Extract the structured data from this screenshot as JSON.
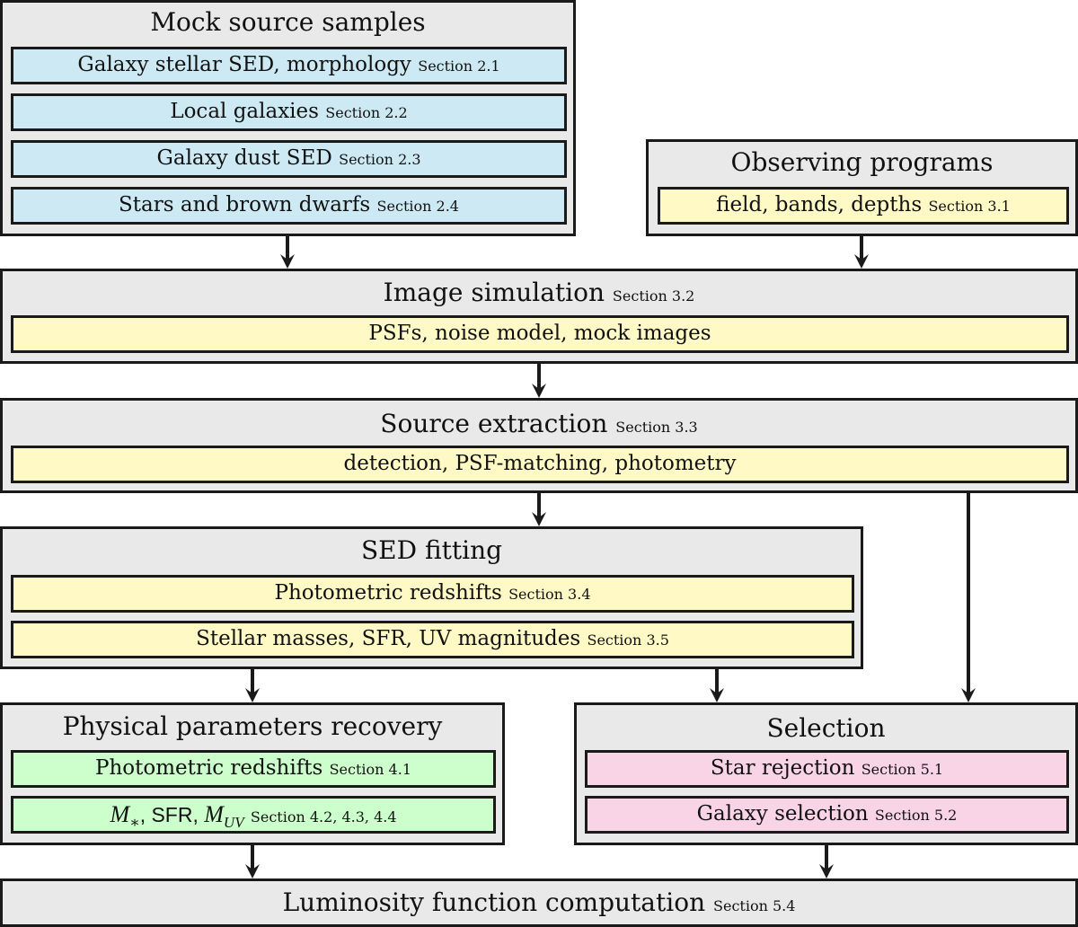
{
  "diagram": {
    "mock_source_samples": {
      "title": "Mock source samples",
      "items": [
        {
          "label": "Galaxy stellar SED, morphology",
          "section": "Section 2.1"
        },
        {
          "label": "Local galaxies",
          "section": "Section 2.2"
        },
        {
          "label": "Galaxy dust SED",
          "section": "Section 2.3"
        },
        {
          "label": "Stars and brown dwarfs",
          "section": "Section 2.4"
        }
      ]
    },
    "observing_programs": {
      "title": "Observing programs",
      "items": [
        {
          "label": "field, bands, depths",
          "section": "Section 3.1"
        }
      ]
    },
    "image_simulation": {
      "title": "Image simulation",
      "section": "Section 3.2",
      "items": [
        {
          "label": "PSFs, noise model, mock images"
        }
      ]
    },
    "source_extraction": {
      "title": "Source extraction",
      "section": "Section 3.3",
      "items": [
        {
          "label": "detection, PSF-matching, photometry"
        }
      ]
    },
    "sed_fitting": {
      "title": "SED fitting",
      "items": [
        {
          "label": "Photometric redshifts",
          "section": "Section 3.4"
        },
        {
          "label": "Stellar masses, SFR, UV magnitudes",
          "section": "Section 3.5"
        }
      ]
    },
    "physical_parameters_recovery": {
      "title": "Physical parameters recovery",
      "items": [
        {
          "label": "Photometric redshifts",
          "section": "Section 4.1"
        },
        {
          "math_mstar": "M",
          "math_mstar_sub": "∗",
          "sep1": ", ",
          "sfr": "SFR",
          "sep2": ", ",
          "math_muv": "M",
          "math_muv_sub": "UV",
          "section": "Section 4.2, 4.3, 4.4"
        }
      ]
    },
    "selection": {
      "title": "Selection",
      "items": [
        {
          "label": "Star rejection",
          "section": "Section 5.1"
        },
        {
          "label": "Galaxy selection",
          "section": "Section 5.2"
        }
      ]
    },
    "luminosity_function": {
      "title": "Luminosity function computation",
      "section": "Section 5.4"
    },
    "edges": [
      {
        "from": "mock_source_samples",
        "to": "image_simulation"
      },
      {
        "from": "observing_programs",
        "to": "image_simulation"
      },
      {
        "from": "image_simulation",
        "to": "source_extraction"
      },
      {
        "from": "source_extraction",
        "to": "sed_fitting"
      },
      {
        "from": "source_extraction",
        "to": "selection"
      },
      {
        "from": "sed_fitting",
        "to": "physical_parameters_recovery"
      },
      {
        "from": "sed_fitting",
        "to": "selection"
      },
      {
        "from": "physical_parameters_recovery",
        "to": "luminosity_function"
      },
      {
        "from": "selection",
        "to": "luminosity_function"
      }
    ],
    "colors": {
      "group_fill": "#e9e9e9",
      "input_blue": "#cdeaf4",
      "process_yellow": "#fff9c5",
      "recovery_green": "#ccffcc",
      "selection_pink": "#f8d4e6",
      "stroke": "#1a1a1a"
    }
  }
}
